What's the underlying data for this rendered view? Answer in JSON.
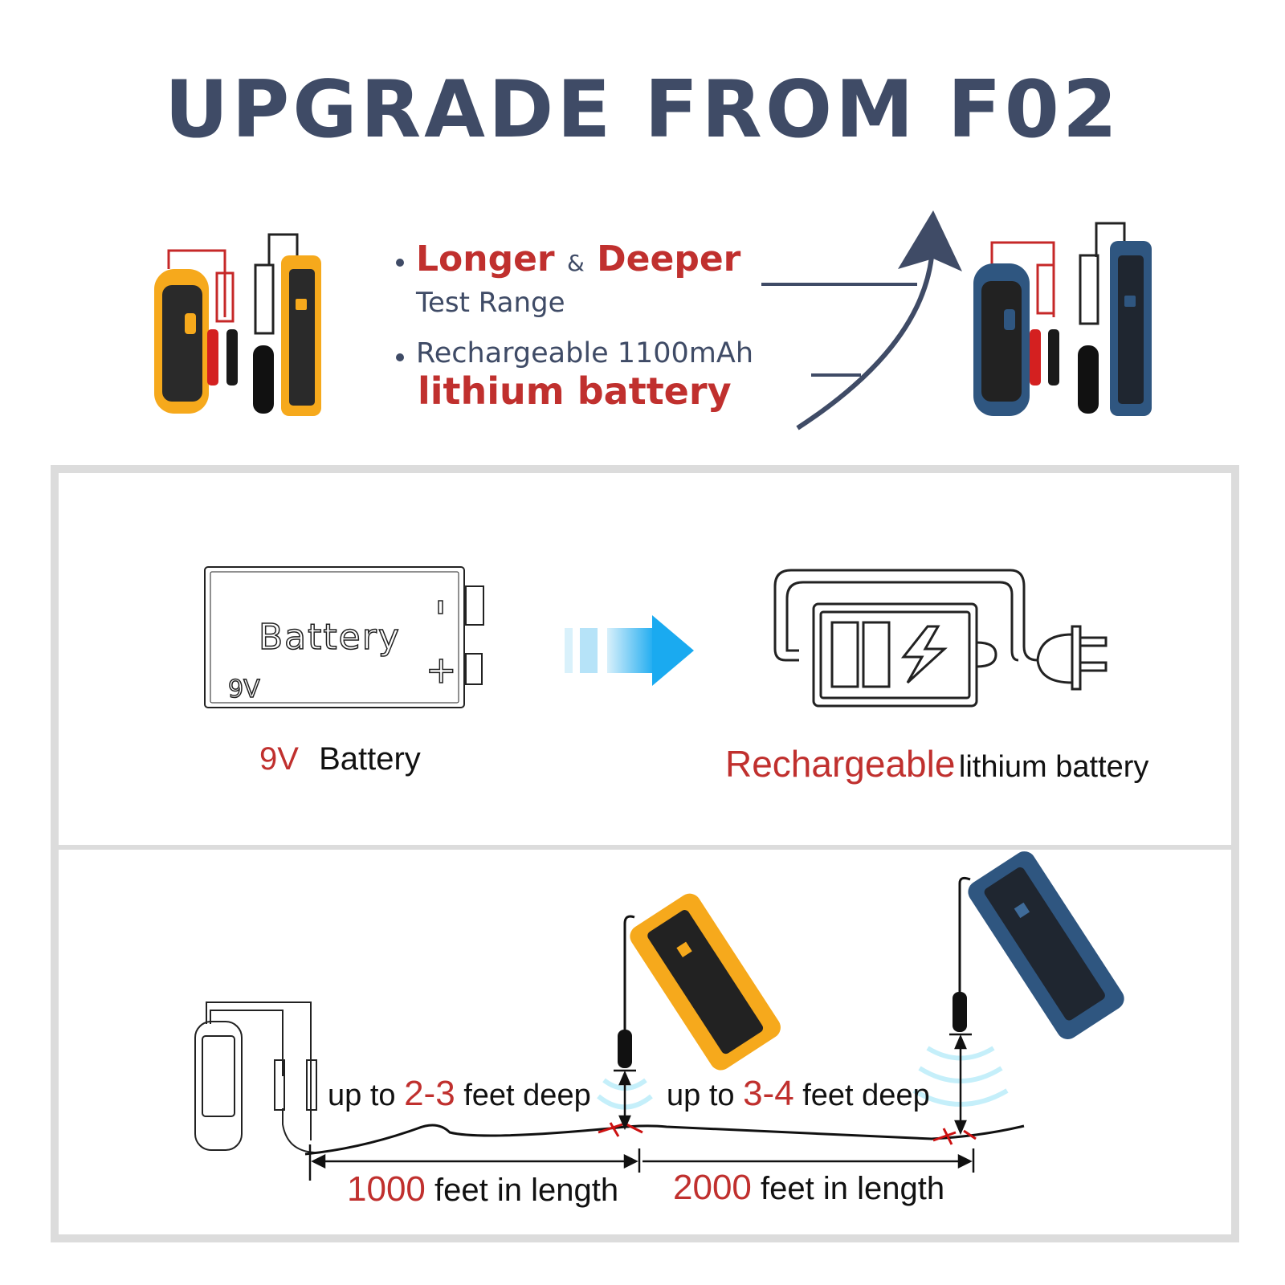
{
  "title": "UPGRADE FROM F02",
  "features": {
    "longer": "Longer",
    "amp": "&",
    "deeper": "Deeper",
    "test_range": "Test Range",
    "rechargeable": "Rechargeable 1100mAh",
    "lithium": "lithium battery"
  },
  "battery_compare": {
    "battery_icon_label": "Battery",
    "battery_icon_voltage": "9V",
    "battery_icon_minus": "-",
    "battery_icon_plus": "+",
    "old_label_red": "9V",
    "old_label": "Battery",
    "new_label_red": "Rechargeable",
    "new_label": "lithium battery"
  },
  "range": {
    "depth1_prefix": "up to ",
    "depth1_value": "2-3",
    "depth1_suffix": " feet deep",
    "depth2_prefix": "up to ",
    "depth2_value": "3-4",
    "depth2_suffix": " feet deep",
    "length1_value": "1000",
    "length1_suffix": " feet in length",
    "length2_value": "2000",
    "length2_suffix": " feet in length"
  },
  "colors": {
    "navy": "#3f4b66",
    "red": "#c0302e",
    "orange": "#f5a623",
    "blue_device": "#2f5680",
    "arrow_blue": "#29aef0"
  }
}
